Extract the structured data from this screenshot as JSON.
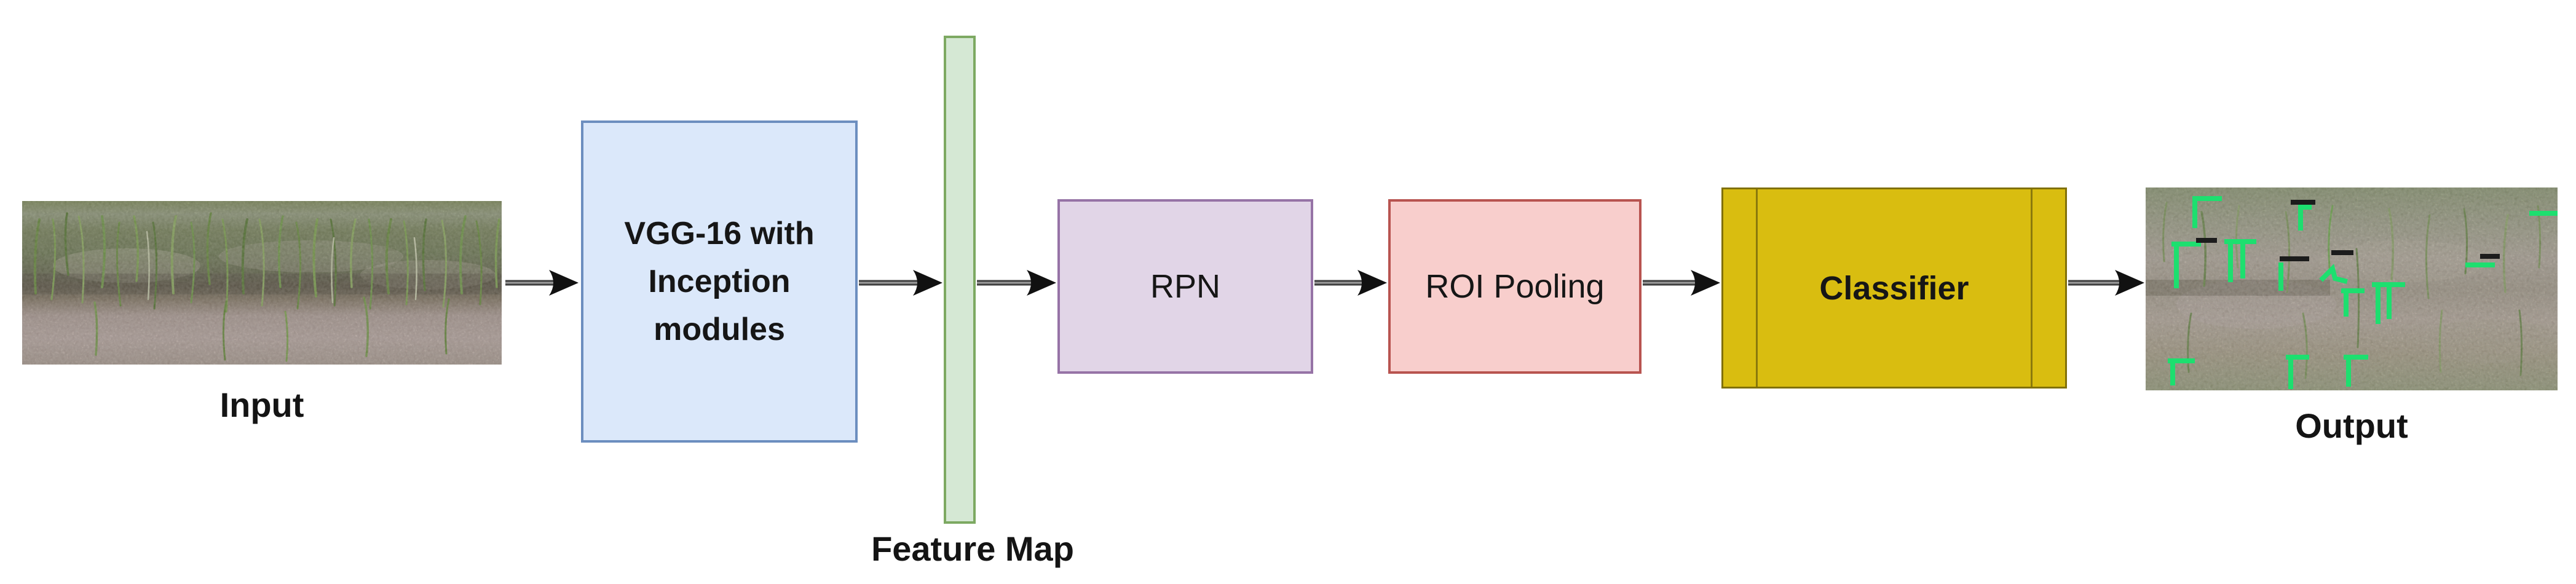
{
  "diagram": {
    "background_color": "#ffffff",
    "arrow_shaft_color": "#3f3f3f",
    "arrowhead_color": "#111111",
    "flow_order": [
      "Input",
      "VGG-16 with Inception modules",
      "Feature Map",
      "RPN",
      "ROI Pooling",
      "Classifier",
      "Output"
    ],
    "nodes": {
      "input": {
        "caption": "Input",
        "kind": "photo",
        "description_colors": [
          "#7f8a60",
          "#6b6552",
          "#c3b2ab"
        ]
      },
      "backbone": {
        "label": "VGG-16 with Inception modules",
        "lines": [
          "VGG-16 with",
          "Inception",
          "modules"
        ],
        "fill": "#dbe8fa",
        "stroke": "#6c8ebf"
      },
      "feature_map": {
        "caption": "Feature Map",
        "fill": "#d5e8d4",
        "stroke": "#7da962"
      },
      "rpn": {
        "label": "RPN",
        "fill": "#e1d5e7",
        "stroke": "#9673a6"
      },
      "roi_pooling": {
        "label": "ROI Pooling",
        "fill": "#f8cecc",
        "stroke": "#b85450"
      },
      "classifier": {
        "label": "Classifier",
        "fill": "#d9bd10",
        "stroke": "#80700a"
      },
      "output": {
        "caption": "Output",
        "kind": "photo",
        "detection_mark_color": "#1ddf6f"
      }
    }
  }
}
